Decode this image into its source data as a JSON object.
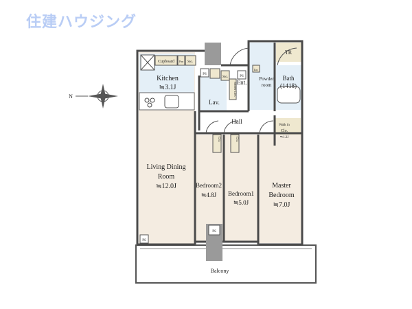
{
  "logo": "住建ハウジング",
  "compass": {
    "label": "N"
  },
  "colors": {
    "floor": "#f4ece1",
    "wet": "#e4eff7",
    "wall": "#4a4a4a",
    "column": "#9a9a9a",
    "storage": "#efe8cf"
  },
  "rooms": {
    "kitchen": {
      "name": "Kitchen",
      "size": "≒3.1J"
    },
    "living": {
      "name1": "Living Dining",
      "name2": "Room",
      "size": "≒12.0J"
    },
    "bedroom2": {
      "name": "Bedroom2",
      "size": "≒4.8J"
    },
    "bedroom1": {
      "name": "Bedroom1",
      "size": "≒5.0J"
    },
    "master": {
      "name1": "Master",
      "name2": "Bedroom",
      "size": "≒7.0J"
    },
    "walkin": {
      "name1": "Walk in",
      "name2": "Clo.",
      "size": "≒1.2J"
    },
    "bath": {
      "name": "Bath",
      "size": "(1418)"
    },
    "powder": {
      "name1": "Powder",
      "name2": "room"
    },
    "lav": "Lav.",
    "ent": "Ent.",
    "hall": "Hall",
    "balcony": "Balcony",
    "tr": "TR",
    "cupboard": "Cupboard",
    "pan": "Pan",
    "sto1": "Sto.",
    "sto2": "Sto.",
    "shoes": "Shoes Clo.",
    "ps1": "PS",
    "ps2": "PS",
    "ps3": "PS",
    "ps4": "PS",
    "lin": "Lin.",
    "clo1": "Clo.",
    "clo2": "Clo."
  }
}
